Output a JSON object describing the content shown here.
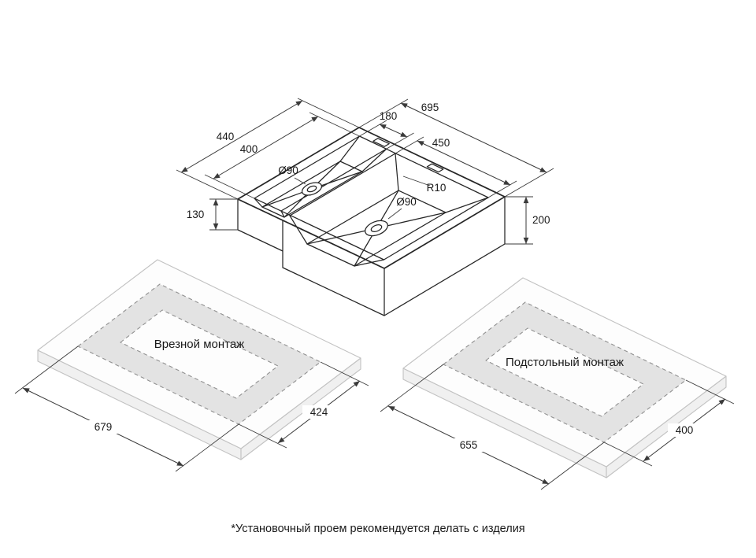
{
  "colors": {
    "ink": "#262626",
    "dimension": "#3a3a3a",
    "slab_stroke": "#c2c2c2",
    "slab_fill": "#fdfdfd",
    "band_fill": "#e3e3e3",
    "dash": "#909090",
    "text": "#1a1a1a",
    "background": "#ffffff"
  },
  "sink": {
    "dim_total_length": "695",
    "dim_right_bowl_length": "450",
    "dim_left_bowl_length": "180",
    "dim_total_depth": "440",
    "dim_inner_depth": "400",
    "dim_left_drain": "Ø90",
    "dim_right_drain": "Ø90",
    "dim_corner_radius": "R10",
    "dim_left_bowl_height": "130",
    "dim_bowl_height": "200"
  },
  "mounting": {
    "inset": {
      "title": "Врезной монтаж",
      "dim_length": "679",
      "dim_depth": "424"
    },
    "undermount": {
      "title": "Подстольный монтаж",
      "dim_length": "655",
      "dim_depth": "400"
    }
  },
  "footnote": "*Установочный проем рекомендуется делать с изделия"
}
